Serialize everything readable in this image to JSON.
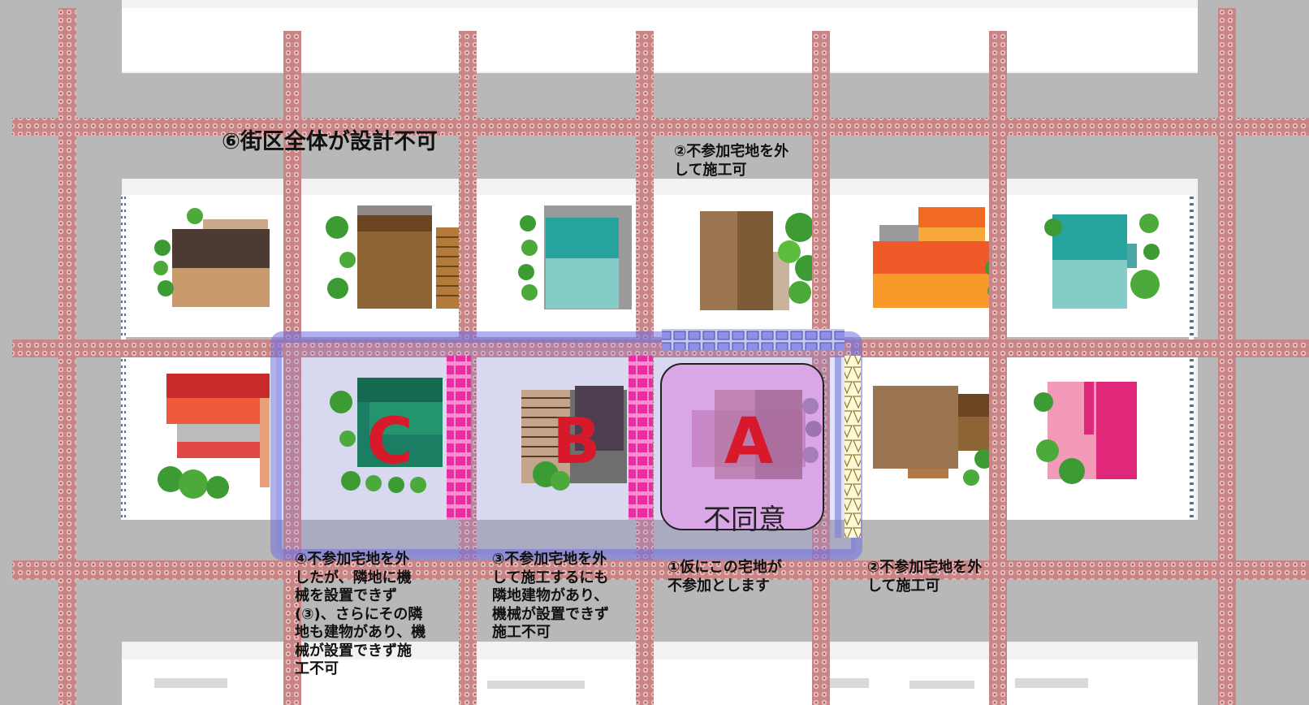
{
  "annotations": {
    "whole_block": "⑥街区全体が設計不可",
    "upper_lot_note": "②不参加宅地を外\nして施工可",
    "lot_c_note": "④不参加宅地を外\nしたが、隣地に機\n械を設置できず\n(③)、さらにその隣\n地も建物があり、機\n械が設置できず施\n工不可",
    "lot_b_note": "③不参加宅地を外\nして施工するにも\n隣地建物があり、\n機械が設置できず\n施工不可",
    "lot_a_note": "①仮にこの宅地が\n不参加とします",
    "right_lot_note": "②不参加宅地を外\nして施工可"
  },
  "lots": {
    "a_label": "A",
    "a_status": "不同意",
    "b_label": "B",
    "c_label": "C"
  },
  "colors": {
    "road": "#b8b8b8",
    "pipe": "#c98585",
    "blue_zone": "#6f6fe0",
    "pink_wall": "#ee3aa8",
    "lot_a_fill": "#d9a6e6",
    "letter_red": "#d8192c"
  }
}
